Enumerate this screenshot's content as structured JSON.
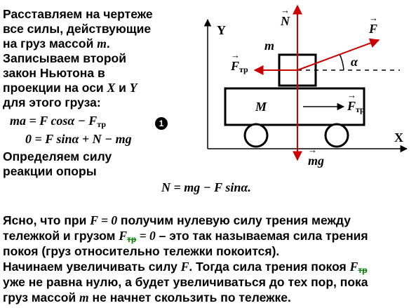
{
  "left_text": {
    "line1": "Расставляем на чертеже",
    "line2": "все силы, действующие",
    "line3a": "на груз массой ",
    "line3_var": "m",
    "line3b": ".",
    "line4": "Записываем второй",
    "line5": "закон Ньютона в",
    "line6a": "проекции на оси ",
    "line6_x": "X",
    "line6_mid": " и ",
    "line6_y": "Y",
    "line7": "для этого груза:"
  },
  "equations": {
    "eq1": "ma = F cosα − F",
    "eq1_sub": "тр",
    "eq2": "0 = F sinα + N − mg",
    "eq3": "N = mg − F sinα."
  },
  "badge": "1",
  "support_text": {
    "line1": "Определяем силу",
    "line2": "реакции опоры"
  },
  "diagram": {
    "axis_y": "Y",
    "axis_x": "X",
    "label_N": "N",
    "label_F": "F",
    "label_alpha": "α",
    "label_m": "m",
    "label_Ftr_block": "F",
    "label_Ftr_sub": "тр",
    "label_M": "M",
    "label_Ftr_cart": "F",
    "label_Ftr_cart_sub": "тр",
    "label_mg": "mg"
  },
  "bottom_text": {
    "l1a": "Ясно, что при ",
    "l1_var": "F = 0",
    "l1b": " получим нулевую силу трения между",
    "l2a": "тележкой и грузом ",
    "l2_var": "F",
    "l2_sub": "тр",
    "l2_eq": " = 0",
    "l2b": " – это так называемая сила трения",
    "l3": "покоя (груз относительно тележки покоится).",
    "l4a": "Начинаем увеличивать силу ",
    "l4_var": "F",
    "l4b": ". Тогда сила трения покоя ",
    "l4_var2": "F",
    "l4_sub": "тр",
    "l5": "уже не равна нулю, а будет увеличиваться до тех пор, пока",
    "l6a": "груз массой ",
    "l6_var": "m",
    "l6b": " не начнет скользить по тележке."
  }
}
